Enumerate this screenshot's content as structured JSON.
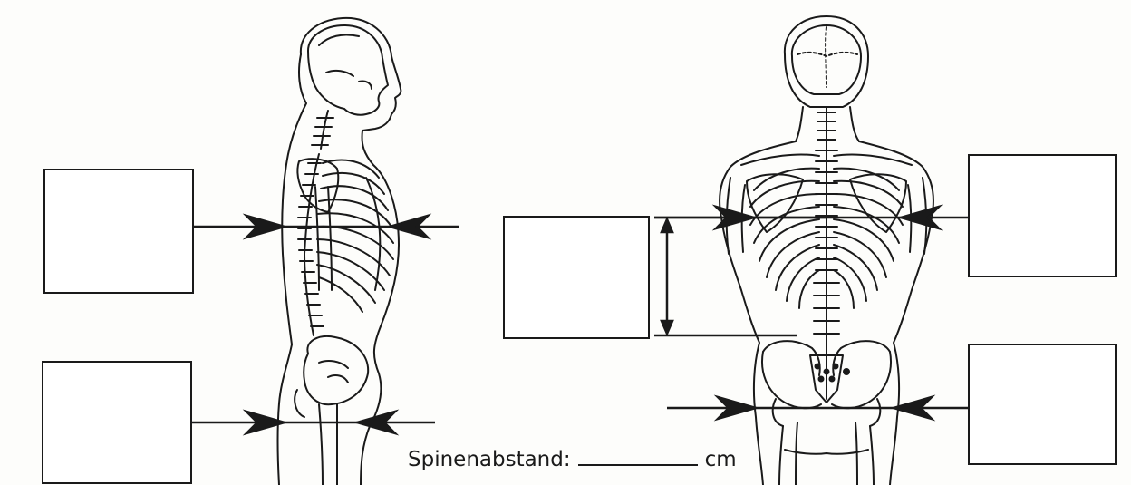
{
  "caption": {
    "label": "Spinenabstand:",
    "blank": "__________",
    "unit": "cm"
  },
  "colors": {
    "line": "#1a1a1a",
    "paper": "#fdfdfb"
  },
  "figures": {
    "left": "skeleton-lateral-view",
    "right": "skeleton-posterior-view"
  }
}
